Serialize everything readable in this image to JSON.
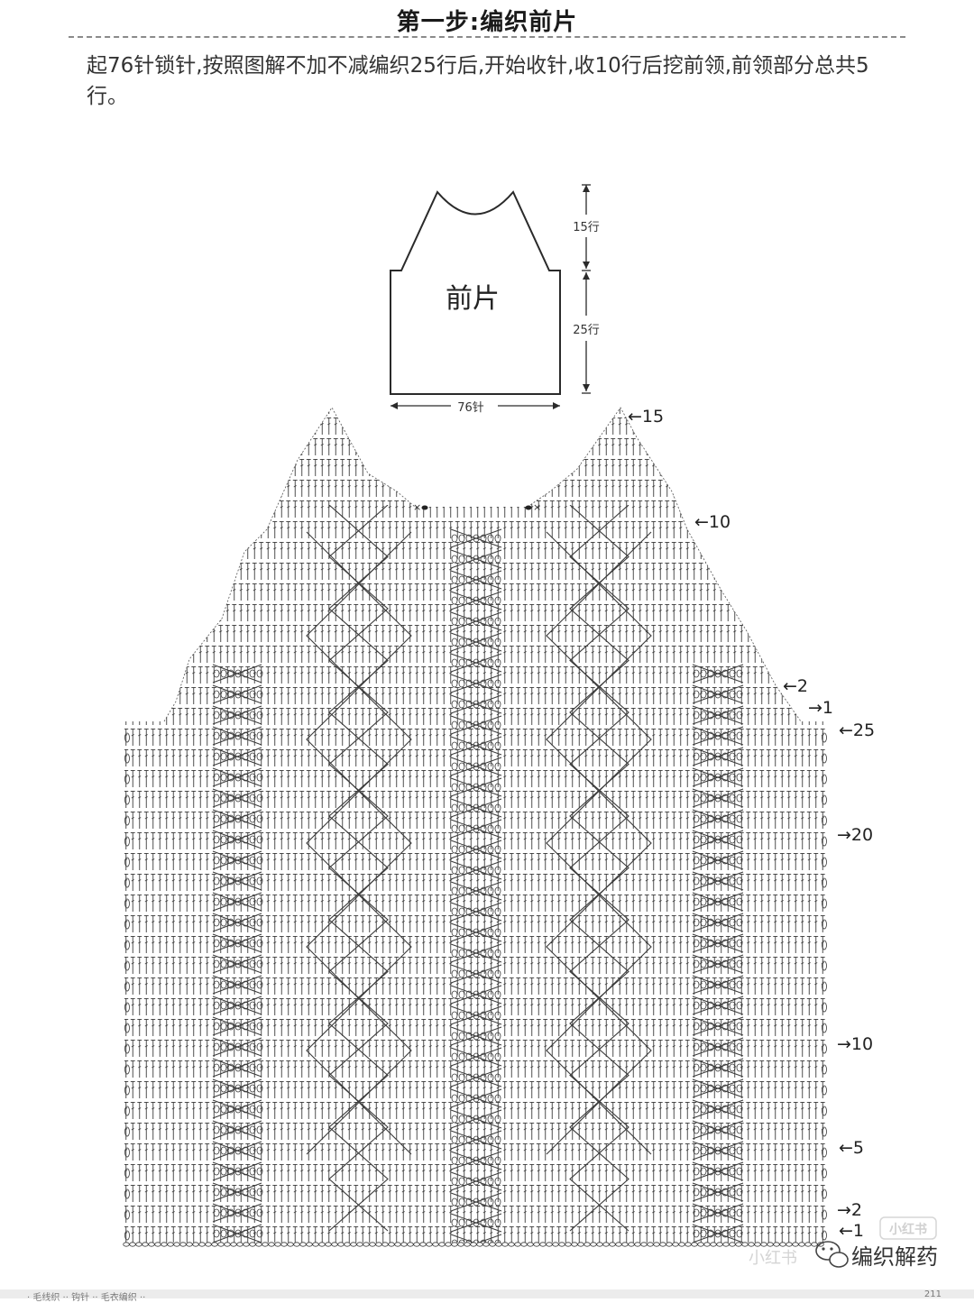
{
  "header": {
    "title": "第一步:编织前片",
    "instructions": "起76针锁针,按照图解不加不减编织25行后,开始收针,收10行后挖前领,前领部分总共5行。"
  },
  "schematic": {
    "label": "前片",
    "width_label": "76针",
    "lower_height_label": "25行",
    "upper_height_label": "15行"
  },
  "row_markers": {
    "body": [
      "1",
      "2",
      "5",
      "10",
      "20",
      "25"
    ],
    "shaping": [
      "1",
      "2",
      "10",
      "15"
    ]
  },
  "watermark": {
    "small_red_logo": "小红书",
    "small_red_text": "小红书",
    "account_name": "编织解药"
  },
  "footer": {
    "left": "· 毛线织 ·· 钩针 ·· 毛衣编织 ··",
    "right": "211"
  },
  "colors": {
    "ink": "#2a2a2a",
    "cable": "#3a3a3a",
    "title": "#1a1a1a",
    "divider": "#8a8a8a"
  }
}
